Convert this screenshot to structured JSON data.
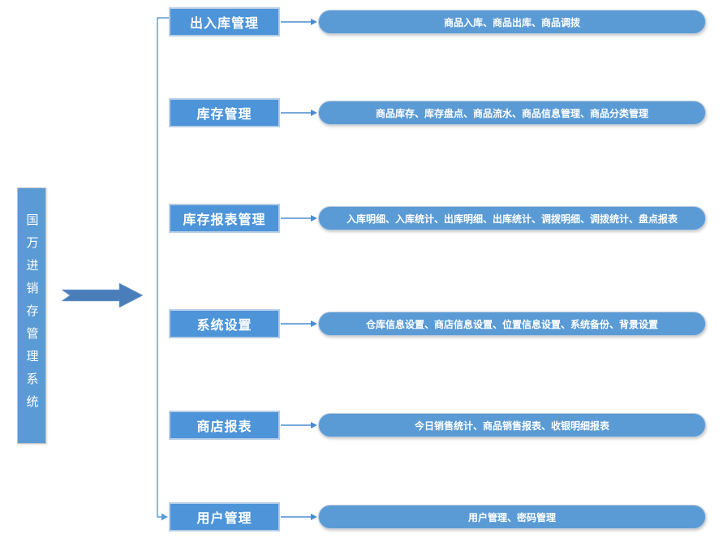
{
  "root": {
    "label": "国万进销存管理系统"
  },
  "branches": [
    {
      "label": "出入库管理",
      "items": "商品入库、商品出库、商品调拨"
    },
    {
      "label": "库存管理",
      "items": "商品库存、库存盘点、商品流水、商品信息管理、商品分类管理"
    },
    {
      "label": "库存报表管理",
      "items": "入库明细、入库统计、出库明细、出库统计、调拨明细、调拨统计、盘点报表"
    },
    {
      "label": "系统设置",
      "items": "仓库信息设置、商店信息设置、位置信息设置、系统备份、背景设置"
    },
    {
      "label": "商店报表",
      "items": "今日销售统计、商品销售报表、收银明细报表"
    },
    {
      "label": "用户管理",
      "items": "用户管理、密码管理"
    }
  ],
  "colors": {
    "node_fill": "#4d94d9",
    "pill_fill": "#5b9bd5",
    "root_fill": "#5b9bd5",
    "node_border": "#b7cde6",
    "connector": "#5b9bd5",
    "arrow_line": "#4b8bd0",
    "big_arrow_fill": "#4a7ebb",
    "text": "#ffffff",
    "background": "#ffffff"
  }
}
